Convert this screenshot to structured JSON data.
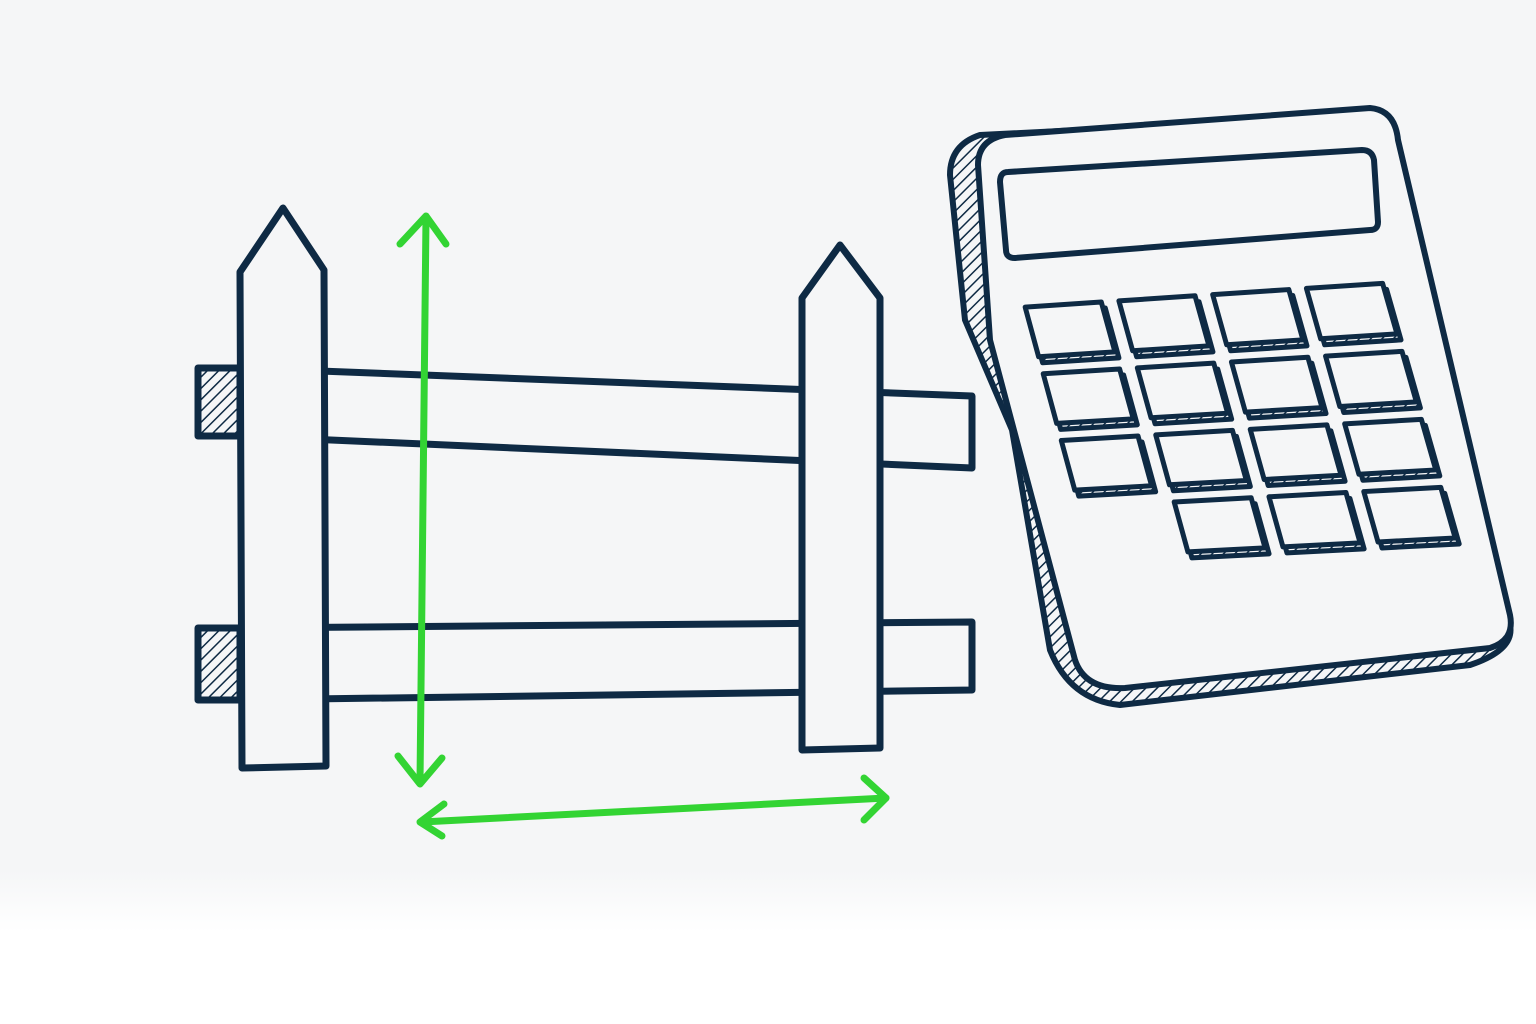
{
  "colors": {
    "top_bar": "#0a2540",
    "background": "#f5f6f7",
    "outline": "#0e2a44",
    "measure_arrows": "#33d433"
  },
  "illustration": {
    "fence": {
      "icon": "fence-icon",
      "posts": 2,
      "rails": 2
    },
    "measure": {
      "icons": [
        "vertical-double-arrow-icon",
        "horizontal-double-arrow-icon"
      ]
    },
    "calculator": {
      "icon": "calculator-icon",
      "key_rows": [
        4,
        4,
        4,
        3
      ]
    }
  }
}
